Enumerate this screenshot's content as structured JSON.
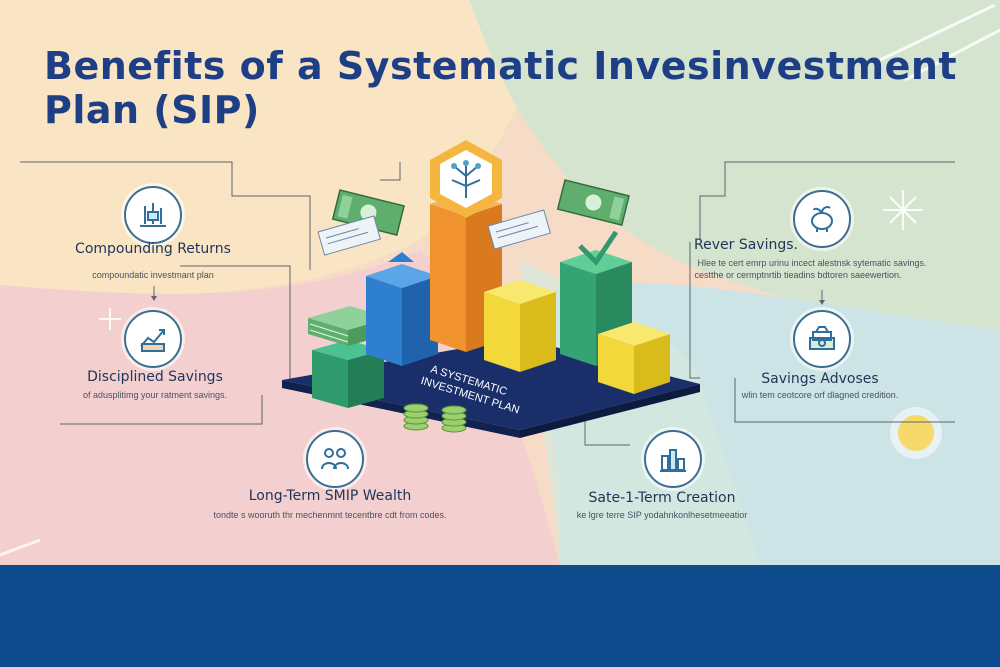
{
  "title": {
    "line1": "Benefits of a Systematic Invesinvestment",
    "line2": "Plan (SIP)"
  },
  "center_label": {
    "line1": "A SYSTEMATIC",
    "line2": "INVESTMENT PLAN"
  },
  "features": [
    {
      "title": "Compounding Returns",
      "desc": "compoundatic investmant plan",
      "icon": "hands-chart-icon"
    },
    {
      "title": "Disciplined Savings",
      "desc": "of adusplitimg your ratment savings.",
      "icon": "growth-chart-icon"
    },
    {
      "title": "Long-Term SMIP Wealth",
      "desc": "tondte s wooruth thr mechenmnt tecentbre cdt from codes.",
      "icon": "people-icon"
    },
    {
      "title": "Rever Savings.",
      "desc": "Hlee te cert emrp urinu incect alestnsk sytematic savings.",
      "desc2": "cestthe or cermptnrtib tieadins bdtoren saeewertion.",
      "icon": "piggy-leaf-icon"
    },
    {
      "title": "Savings Advoses",
      "desc": "wlin tem ceotcore orf dlagned credition.",
      "icon": "cash-stack-icon"
    },
    {
      "title": "Sate-1-Term Creation",
      "desc": "ke lgre terre SIP yodahnkonlhesetmeeatior",
      "icon": "city-chart-icon"
    }
  ],
  "colors": {
    "title": "#1e3f86",
    "footer": "#0f4c8d",
    "platform": "#1a2f6a",
    "bar_blue": "#2f7fd0",
    "bar_orange": "#f0922e",
    "bar_yellow": "#f2d83a",
    "bar_green": "#35a474"
  }
}
